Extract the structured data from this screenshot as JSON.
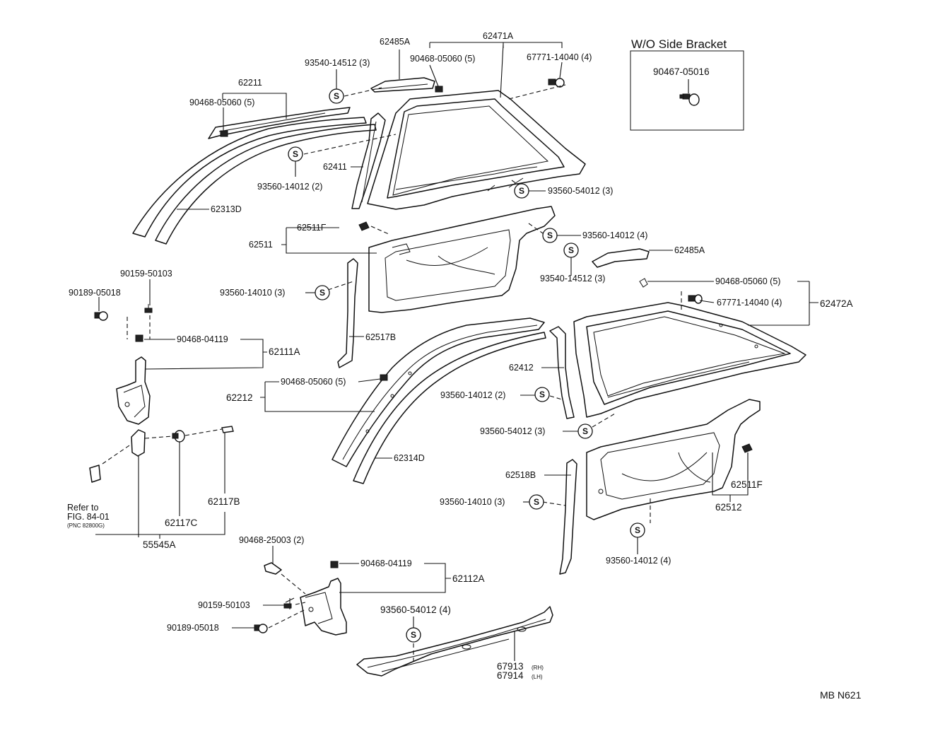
{
  "inset": {
    "title": "W/O Side Bracket",
    "part": "90467-05016"
  },
  "footer_code": "MB N621",
  "screw_symbol": "S",
  "labels": {
    "p62485A_top": "62485A",
    "p62471A": "62471A",
    "p93540_14512_top": "93540-14512 (3)",
    "p90468_05060_top": "90468-05060 (5)",
    "p67771_top": "67771-14040 (4)",
    "p62211": "62211",
    "p90468_05060_left": "90468-05060 (5)",
    "p62411": "62411",
    "p93560_14012_2_top": "93560-14012 (2)",
    "p93560_54012_top": "93560-54012 (3)",
    "p62313D": "62313D",
    "p62511F_top": "62511F",
    "p62511": "62511",
    "p93560_14012_4_mid": "93560-14012 (4)",
    "p62485A_mid": "62485A",
    "p93540_14512_mid": "93540-14512 (3)",
    "p90159_top": "90159-50103",
    "p90189_top": "90189-05018",
    "p93560_14010_top": "93560-14010 (3)",
    "p90468_05060_right": "90468-05060 (5)",
    "p67771_mid": "67771-14040 (4)",
    "p62472A": "62472A",
    "p90468_04119_top": "90468-04119",
    "p62111A": "62111A",
    "p62517B": "62517B",
    "p62412": "62412",
    "p90468_05060_mid": "90468-05060 (5)",
    "p62212": "62212",
    "p93560_14012_2_mid": "93560-14012 (2)",
    "p93560_54012_mid": "93560-54012 (3)",
    "p62314D": "62314D",
    "p62518B": "62518B",
    "p62511F_right": "62511F",
    "p62512": "62512",
    "p93560_14010_mid": "93560-14010 (3)",
    "p62117B": "62117B",
    "p62117C": "62117C",
    "p55545A": "55545A",
    "p93560_14012_4_bot": "93560-14012 (4)",
    "p90468_25003": "90468-25003 (2)",
    "p90468_04119_bot": "90468-04119",
    "p62112A": "62112A",
    "p90159_bot": "90159-50103",
    "p90189_bot": "90189-05018",
    "p93560_54012_bot": "93560-54012 (4)",
    "p67913": "67913",
    "p67913_suffix": "(RH)",
    "p67914": "67914",
    "p67914_suffix": "(LH)"
  },
  "refer_note": {
    "line1": "Refer to",
    "line2": "FIG. 84-01",
    "line3": "(PNC 82800G)"
  }
}
